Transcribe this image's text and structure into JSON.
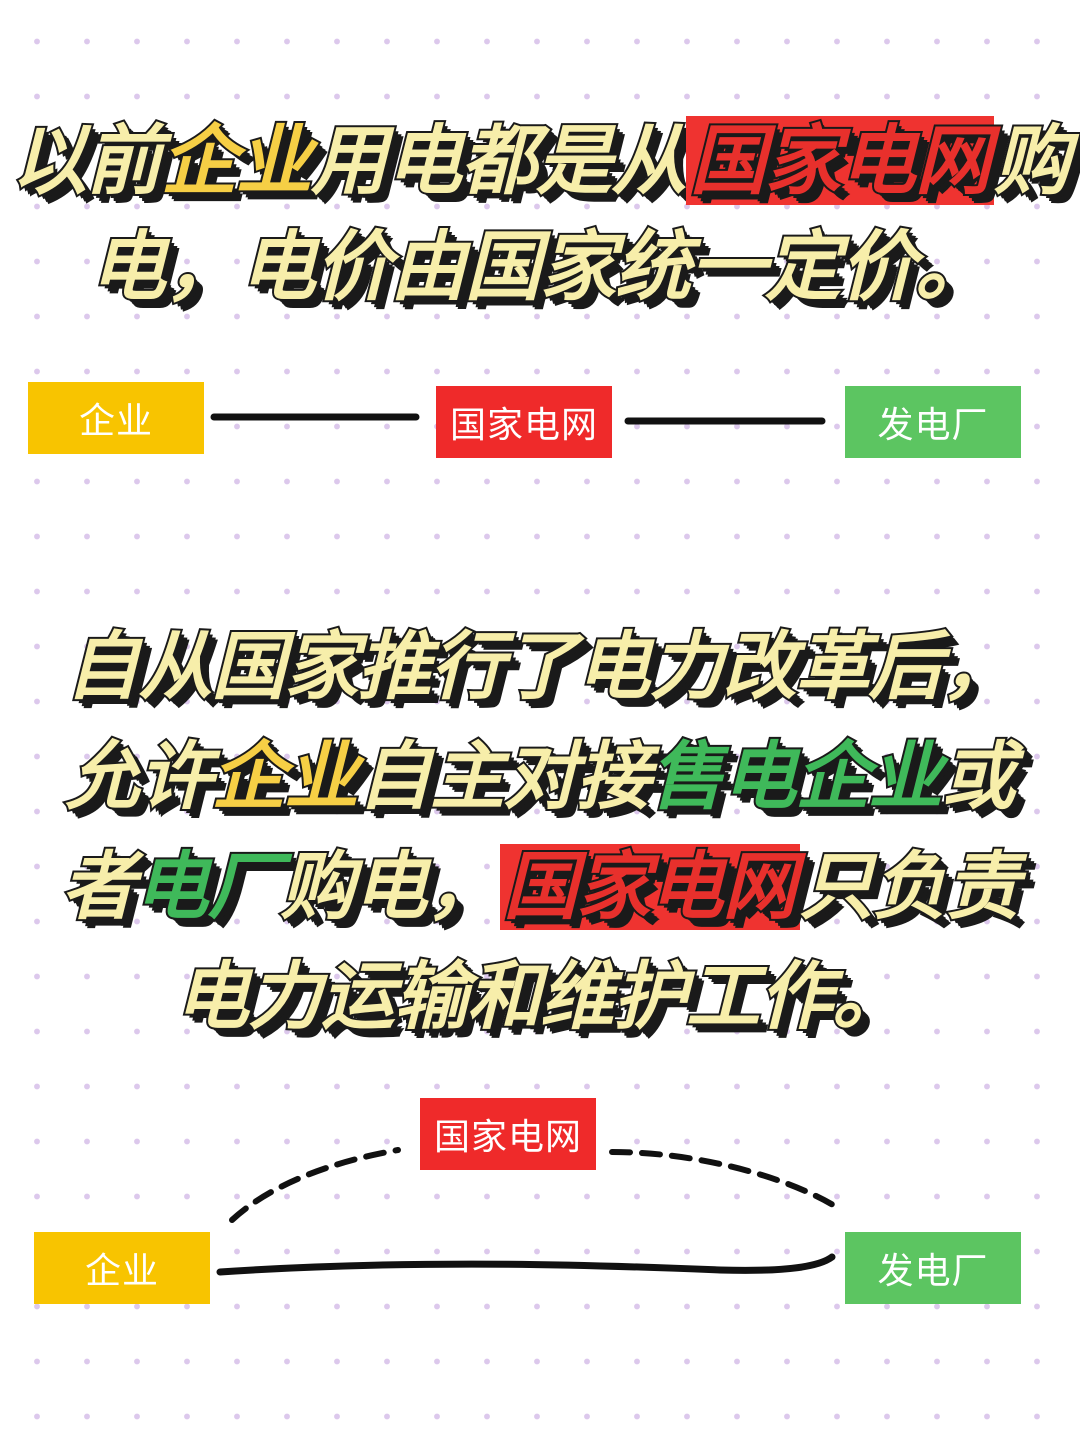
{
  "headline1": {
    "line1": [
      {
        "text": "以前",
        "color": "cream"
      },
      {
        "text": "企业",
        "color": "yellow"
      },
      {
        "text": "用电都是从",
        "color": "cream"
      },
      {
        "text": "国家电网",
        "color": "red"
      },
      {
        "text": "购",
        "color": "cream"
      }
    ],
    "line2": [
      {
        "text": "电，电价由国家统一定价。",
        "color": "cream"
      }
    ]
  },
  "diagram1": {
    "enterprise": "企业",
    "grid": "国家电网",
    "plant": "发电厂"
  },
  "headline2": {
    "line1": [
      {
        "text": "自从国家推行了电力改革后，",
        "color": "cream"
      }
    ],
    "line2": [
      {
        "text": "允许",
        "color": "cream"
      },
      {
        "text": "企业",
        "color": "yellow"
      },
      {
        "text": "自主对接",
        "color": "cream"
      },
      {
        "text": "售电企业",
        "color": "green"
      },
      {
        "text": "或",
        "color": "cream"
      }
    ],
    "line3": [
      {
        "text": "者",
        "color": "cream"
      },
      {
        "text": "电厂",
        "color": "green"
      },
      {
        "text": "购电，",
        "color": "cream"
      },
      {
        "text": "国家电网",
        "color": "red"
      },
      {
        "text": "只负责",
        "color": "cream"
      }
    ],
    "line4": [
      {
        "text": "电力运输和维护工作。",
        "color": "cream"
      }
    ]
  },
  "diagram2": {
    "grid": "国家电网",
    "enterprise": "企业",
    "plant": "发电厂"
  },
  "colors": {
    "cream_text": "#f7eeaa",
    "yellow_text": "#f6cf45",
    "red_text": "#e8302c",
    "green_text": "#3fb95a",
    "yellow_box": "#f8c400",
    "red_box": "#ef2a2a",
    "green_box": "#5cc561",
    "outline": "#1a1a1a",
    "dot": "#dcc8ec"
  }
}
